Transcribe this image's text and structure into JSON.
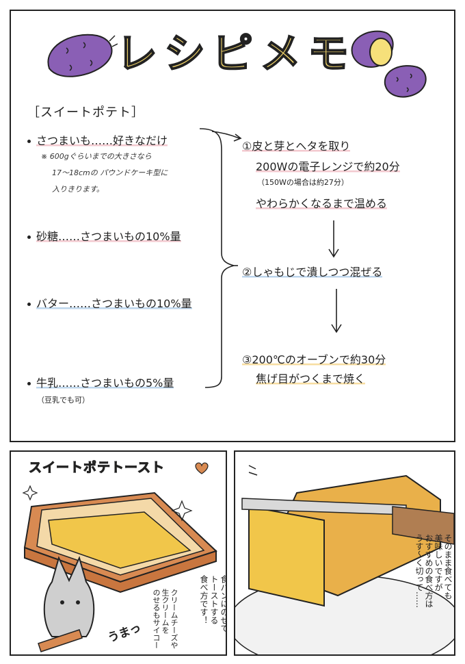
{
  "title": "レシピメモ",
  "recipe_name": "［スイートポテト］",
  "ingredients": {
    "sweet_potato": "さつまいも……好きなだけ",
    "note": [
      "※ 600gぐらいまでの大きさなら",
      "17〜18cmの パウンドケーキ型に",
      "入りきります。"
    ],
    "sugar": "砂糖……さつまいもの10%量",
    "butter": "バター……さつまいもの10%量",
    "milk": "牛乳……さつまいもの5%量",
    "milk_note": "（豆乳でも可）"
  },
  "steps": {
    "s1_l1": "①皮と芽とヘタを取り",
    "s1_l2": "200Wの電子レンジで約20分",
    "s1_l3": "（150Wの場合は約27分）",
    "s1_l4": "やわらかくなるまで温める",
    "s2": "②しゃもじで潰しつつ混ぜる",
    "s3_l1": "③200℃のオーブンで約30分",
    "s3_l2": "焦げ目がつくまで焼く"
  },
  "panel2": {
    "banner": "スイートポテトースト",
    "exclaim": "うまっ",
    "text1": [
      "食パンにのせて",
      "トーストする",
      "食べ方です！"
    ],
    "text2": [
      "クリームチーズや",
      "生クリームを",
      "のせるもサイコー"
    ]
  },
  "panel3": {
    "text": [
      "そのまま食べても",
      "美味しいですが",
      "おすすめの食べ方は",
      "うす〜く切って……"
    ]
  },
  "colors": {
    "potato_skin": "#8a5fb5",
    "potato_flesh": "#f6e07a",
    "pink_underline": "#f3c9cf",
    "blue_underline": "#bcd5ec",
    "yellow_underline": "#f7dda0",
    "toast_crust": "#d88a52",
    "toast_topping": "#f1c64a"
  }
}
